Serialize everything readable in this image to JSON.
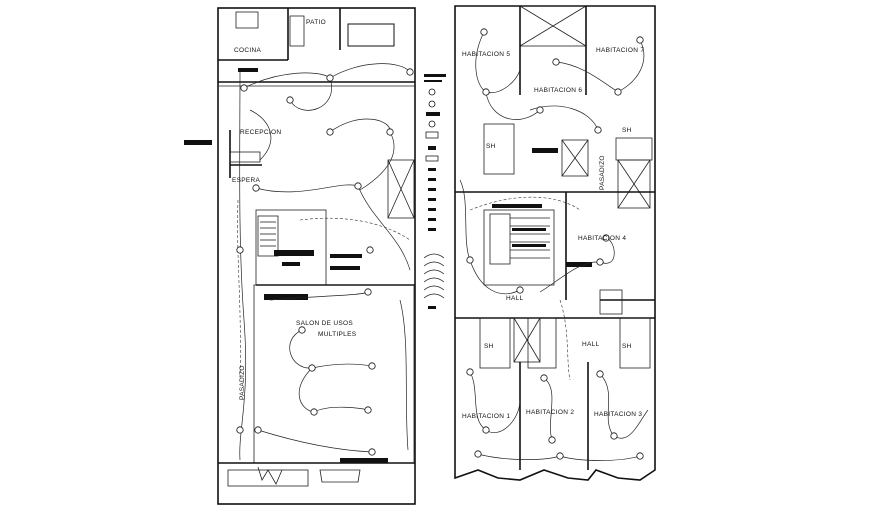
{
  "left_plan": {
    "rooms": {
      "patio": "PATIO",
      "cocina": "COCINA",
      "recepcion": "RECEPCION",
      "espera": "ESPERA",
      "salon_line1": "SALON DE USOS",
      "salon_line2": "MULTIPLES",
      "pasadizo": "PASADIZO"
    }
  },
  "right_plan": {
    "rooms": {
      "hab5": "HABITACION 5",
      "hab6": "HABITACION 6",
      "hab7": "HABITACION 7",
      "hab4": "HABITACION 4",
      "hab1": "HABITACION 1",
      "hab2": "HABITACION 2",
      "hab3": "HABITACION 3",
      "hall1": "HALL",
      "hall2": "HALL",
      "pasadizo": "PASADIZO",
      "sh1": "SH",
      "sh2": "SH",
      "sh3": "SH",
      "sh4": "SH"
    }
  }
}
